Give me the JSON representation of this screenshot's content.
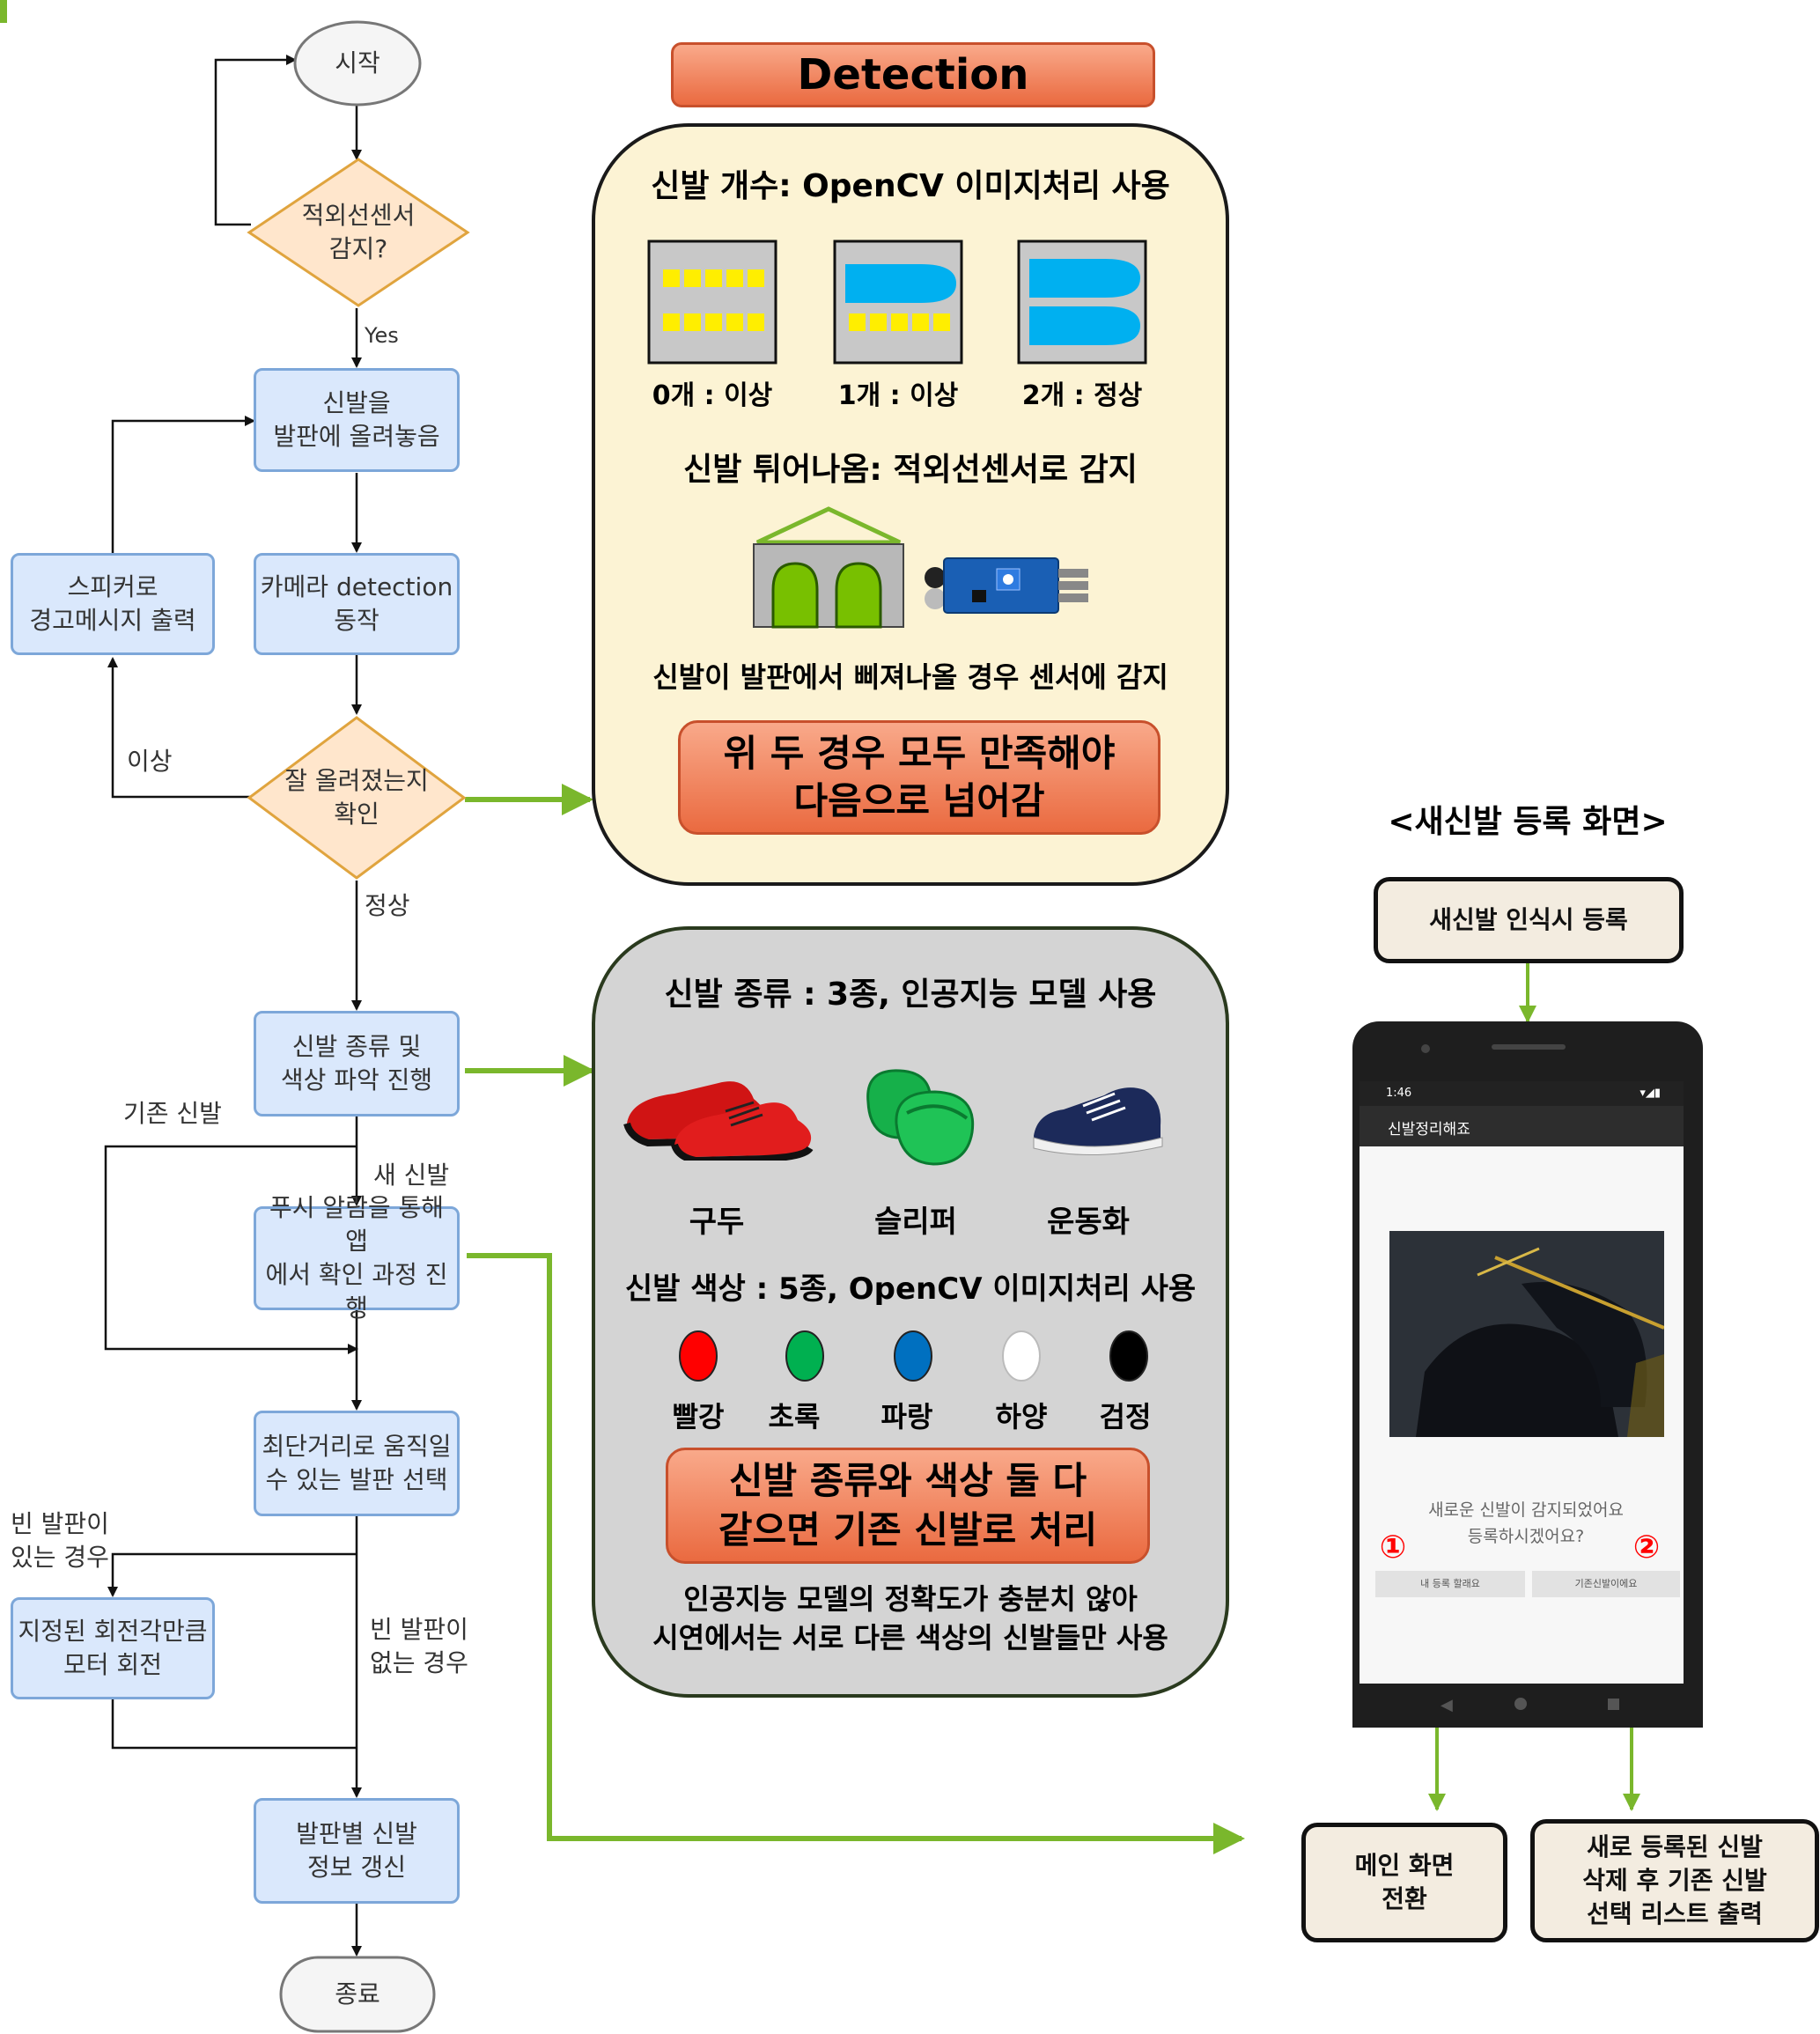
{
  "flowchart": {
    "start": "시작",
    "ir_check": "적외선센서\n감지?",
    "yes_label": "Yes",
    "place_shoe": "신발을\n발판에 올려놓음",
    "camera": "카메라 detection\n동작",
    "speaker": "스피커로\n경고메시지 출력",
    "placed_check": "잘 올려졌는지\n확인",
    "abnormal_label": "이상",
    "normal_label": "정상",
    "classify": "신발 종류 및\n색상 파악 진행",
    "existing_label": "기존 신발",
    "new_label": "새 신발",
    "push": "푸시 알람을 통해 앱\n에서 확인 과정 진행",
    "select_plate": "최단거리로 움직일\n수 있는 발판 선택",
    "empty_yes_label": "빈 발판이\n있는 경우",
    "rotate": "지정된 회전각만큼\n모터 회전",
    "empty_no_label": "빈 발판이\n없는 경우",
    "update": "발판별 신발\n정보 갱신",
    "end": "종료"
  },
  "detection": {
    "title": "Detection",
    "count_heading": "신발 개수: OpenCV 이미지처리 사용",
    "count_cases": [
      "0개 : 이상",
      "1개 : 이상",
      "2개 : 정상"
    ],
    "popout_heading": "신발 튀어나옴: 적외선센서로 감지",
    "popout_caption": "신발이 발판에서 삐져나올 경우 센서에 감지",
    "condition": "위 두 경우 모두 만족해야\n다음으로 넘어감"
  },
  "classification": {
    "type_heading": "신발 종류 : 3종, 인공지능 모델 사용",
    "types": [
      "구두",
      "슬리퍼",
      "운동화"
    ],
    "color_heading": "신발 색상 : 5종, OpenCV 이미지처리 사용",
    "colors": [
      {
        "name": "빨강",
        "hex": "#ff0000"
      },
      {
        "name": "초록",
        "hex": "#00b050"
      },
      {
        "name": "파랑",
        "hex": "#0070c0"
      },
      {
        "name": "하양",
        "hex": "#ffffff"
      },
      {
        "name": "검정",
        "hex": "#000000"
      }
    ],
    "rule": "신발 종류와 색상 둘 다\n같으면 기존 신발로 처리",
    "note": "인공지능 모델의 정확도가 충분치 않아\n시연에서는 서로 다른 색상의 신발들만 사용"
  },
  "registration": {
    "title": "<새신발 등록 화면>",
    "trigger": "새신발 인식시 등록",
    "phone": {
      "time": "1:46",
      "app_title": "신발정리해죠",
      "message": "새로운 신발이 감지되었어요\n등록하시겠어요?",
      "button1": "내 등록 할래요",
      "button2": "기존신발이에요",
      "marker1": "①",
      "marker2": "②"
    },
    "result1": "메인 화면\n전환",
    "result2": "새로 등록된 신발\n삭제 후 기존 신발\n선택 리스트 출력"
  },
  "colors": {
    "green_arrow": "#7ab72c",
    "flow_box_fill": "#dae8fc",
    "decision_fill": "#ffe6cc",
    "panel_yellow": "#fcf3d4",
    "panel_gray": "#d4d4d4"
  }
}
